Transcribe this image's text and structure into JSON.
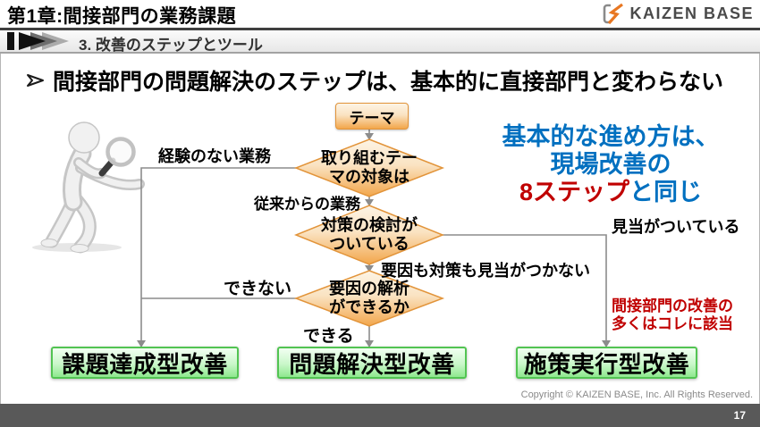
{
  "slide": {
    "title": "第1章:間接部門の業務課題",
    "page_number": "17",
    "copyright": "Copyright ©  KAIZEN BASE, Inc.  All Rights Reserved."
  },
  "logo": {
    "text": "KAIZEN BASE"
  },
  "subheader": {
    "label": "3. 改善のステップとツール"
  },
  "heading": {
    "text": "間接部門の問題解決のステップは、基本的に直接部門と変わらない"
  },
  "flowchart": {
    "start": "テーマ",
    "decision1": {
      "line1": "取り組むテー",
      "line2": "マの対象は"
    },
    "decision2": {
      "line1": "対策の検討が",
      "line2": "ついている"
    },
    "decision3": {
      "line1": "要因の解析",
      "line2": "ができるか"
    },
    "branch_labels": {
      "no_experience": "経験のない業務",
      "conventional": "従来からの業務",
      "idea_known": "見当がついている",
      "idea_unknown": "要因も対策も見当がつかない",
      "cannot": "できない",
      "can": "できる"
    },
    "results": [
      "課題達成型改善",
      "問題解決型改善",
      "施策実行型改善"
    ]
  },
  "notes": {
    "blue": {
      "line1": "基本的な進め方は、",
      "line2": "現場改善の",
      "line3_red": "8ステップ",
      "line3_blue": "と同じ"
    },
    "red": {
      "line1": "間接部門の改善の",
      "line2": "多くはコレに該当"
    }
  },
  "icons": {
    "logo_mark": "kaizen-k-mark",
    "subheader_marker": "triple-chevron-right",
    "heading_bullet": "arrowhead-right-outline",
    "illustration": "figure-with-magnifying-glass"
  },
  "colors": {
    "accent_orange": "#E2943A",
    "accent_green": "#52C452",
    "note_blue": "#0070C0",
    "note_red": "#C00000",
    "footer_bar": "#595959"
  }
}
